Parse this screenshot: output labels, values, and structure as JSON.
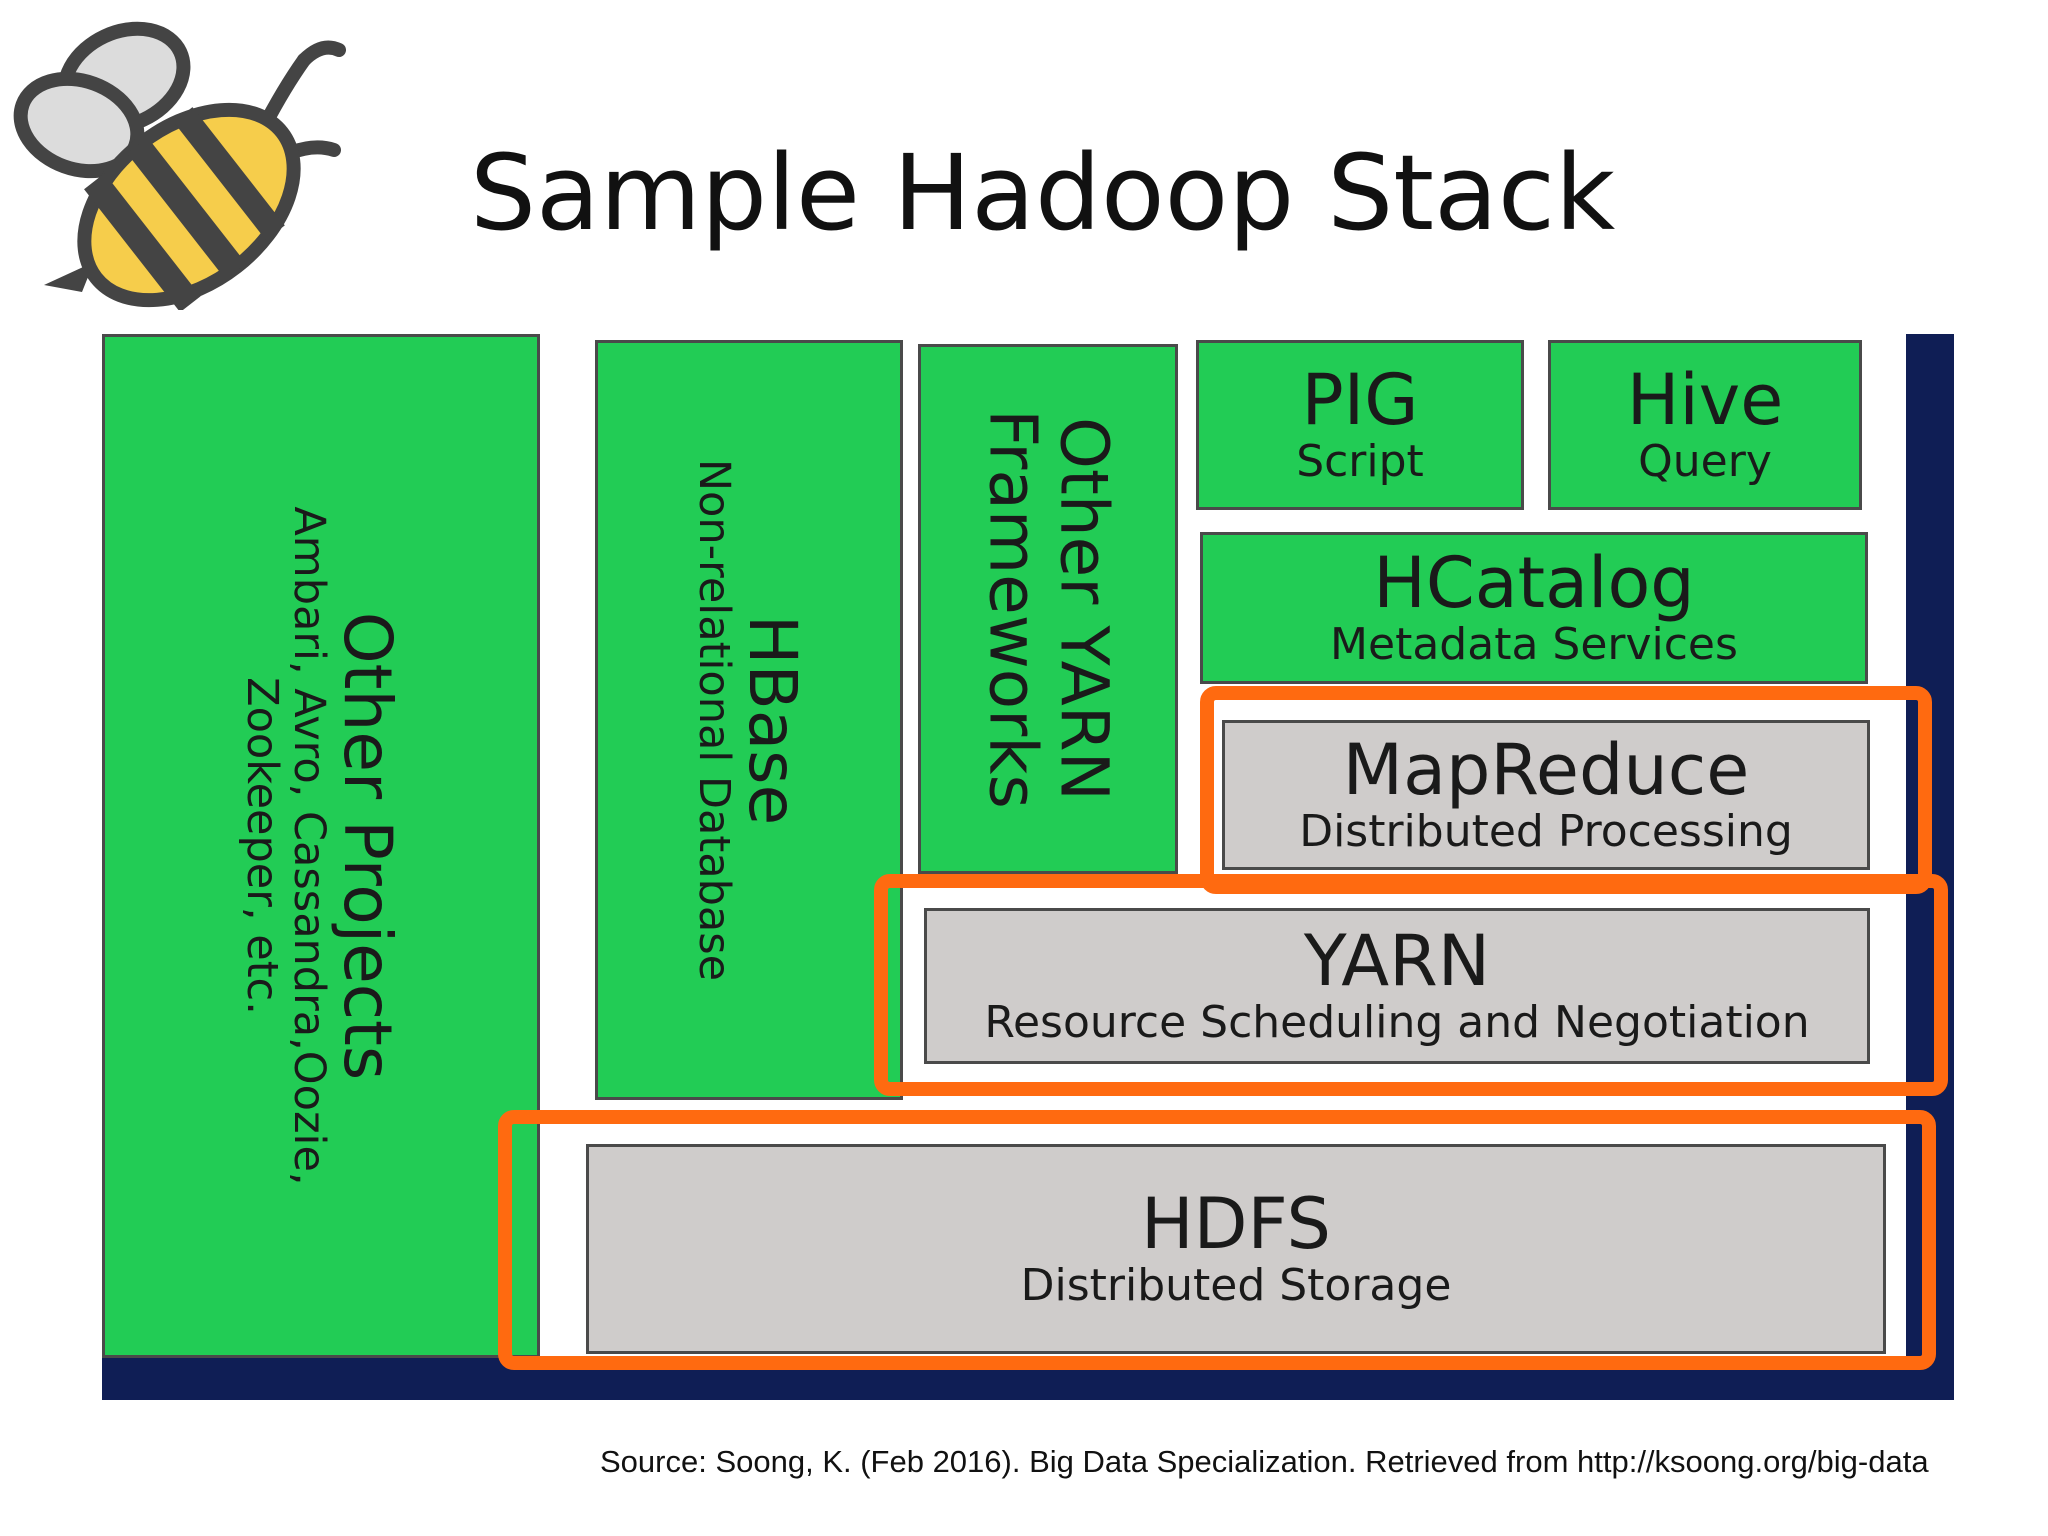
{
  "slide": {
    "title": "Sample Hadoop Stack",
    "source": "Source: Soong, K. (Feb 2016). Big Data Specialization. Retrieved from http://ksoong.org/big-data"
  },
  "logo": {
    "icon": "bee-icon"
  },
  "colors": {
    "component_green": "#22cc55",
    "core_grey": "#cfcccb",
    "frame_navy": "#0f1e55",
    "highlight_orange": "#ff6a10"
  },
  "diagram": {
    "other_projects": {
      "title": "Other Projects",
      "line1": "Ambari, Avro, Cassandra,Oozie,",
      "line2": "Zookeeper, etc."
    },
    "hbase": {
      "title": "HBase",
      "subtitle": "Non-relational Database"
    },
    "other_yarn": {
      "line1": "Other YARN",
      "line2": "Frameworks"
    },
    "pig": {
      "title": "PIG",
      "subtitle": "Script"
    },
    "hive": {
      "title": "Hive",
      "subtitle": "Query"
    },
    "hcatalog": {
      "title": "HCatalog",
      "subtitle": "Metadata Services"
    },
    "mapreduce": {
      "title": "MapReduce",
      "subtitle": "Distributed Processing"
    },
    "yarn": {
      "title": "YARN",
      "subtitle": "Resource Scheduling and Negotiation"
    },
    "hdfs": {
      "title": "HDFS",
      "subtitle": "Distributed Storage"
    },
    "highlighted_layers": [
      "MapReduce",
      "YARN",
      "HDFS"
    ]
  }
}
